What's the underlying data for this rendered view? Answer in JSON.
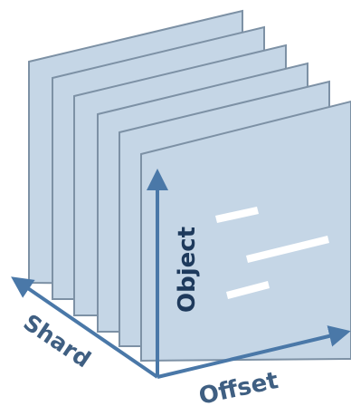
{
  "diagram": {
    "axes": {
      "object_label": "Object",
      "shard_label": "Shard",
      "offset_label": "Offset"
    },
    "colors": {
      "plane_fill": "#c5d6e6",
      "plane_stroke": "#7d91a5",
      "axis": "#4a78a8",
      "object_text": "#1e3a5c",
      "shard_text": "#3f5f82",
      "offset_text": "#3f5f82",
      "bar": "#ffffff"
    },
    "plane_count": 6,
    "bar_count": 3
  }
}
